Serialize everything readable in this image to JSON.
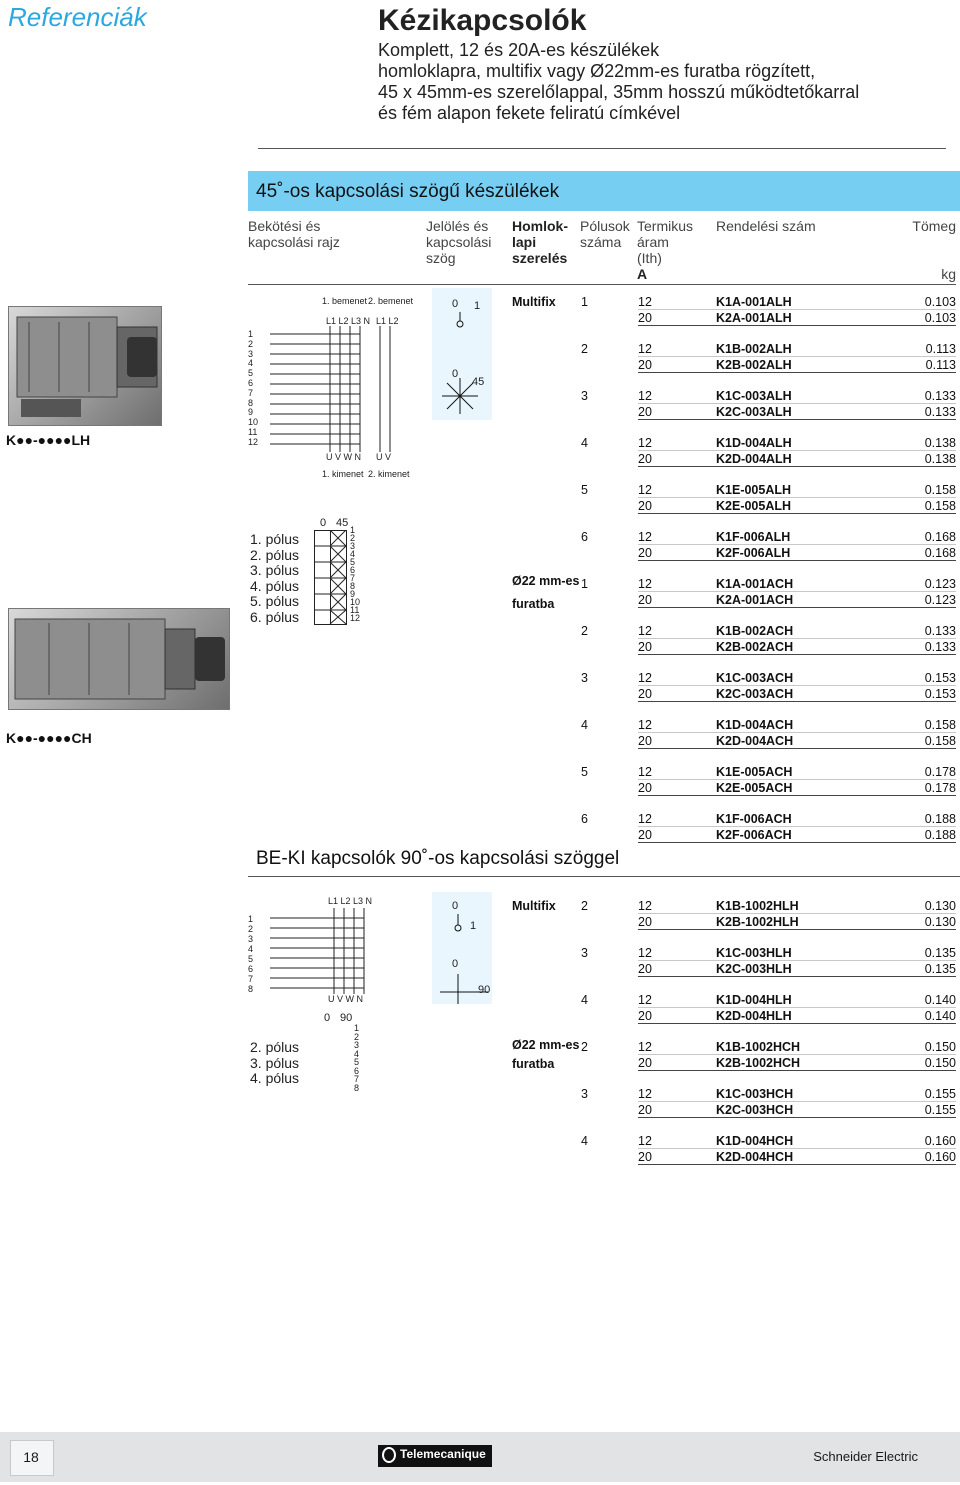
{
  "header": {
    "side_label": "Referenciák",
    "title": "Kézikapcsolók",
    "subtitle_lines": [
      "Komplett, 12 és 20A-es készülékek",
      "homloklapra, multifix vagy Ø22mm-es furatba rögzített,",
      "45 x 45mm-es szerelőlappal, 35mm hosszú működtetőkarral",
      "és fém alapon fekete feliratú címkével"
    ]
  },
  "section1": {
    "title": "45˚-os kapcsolási szögű készülékek",
    "columns": {
      "wiring": [
        "Bekötési és",
        "kapcsolási rajz"
      ],
      "marking": [
        "Jelölés és",
        "kapcsolási",
        "szög"
      ],
      "mounting": [
        "Homlok-",
        "lapi",
        "szerelés"
      ],
      "poles": [
        "Pólusok",
        "száma"
      ],
      "current": [
        "Termikus",
        "áram",
        "(Ith)",
        "A"
      ],
      "order": "Rendelési szám",
      "weight": "Tömeg",
      "weight_unit": "kg"
    },
    "product_label_1": "K●●-●●●●LH",
    "product_label_2": "K●●-●●●●CH",
    "diagram": {
      "bemenet1": "1. bemenet",
      "bemenet2": "2. bemenet",
      "phases_in_1": "L1 L2 L3  N",
      "phases_in_2": "L1 L2",
      "phases_out_1": "U  V  W  N",
      "phases_out_2": "U  V",
      "kimenet1": "1. kimenet",
      "kimenet2": "2. kimenet",
      "contacts": [
        "1",
        "2",
        "3",
        "4",
        "5",
        "6",
        "7",
        "8",
        "9",
        "10",
        "11",
        "12"
      ],
      "poles": [
        "1. pólus",
        "2. pólus",
        "3. pólus",
        "4. pólus",
        "5. pólus",
        "6. pólus"
      ],
      "angle_head": [
        "0",
        "45"
      ],
      "marking_top": [
        "0",
        "1"
      ],
      "marking_bottom": [
        "0",
        "45"
      ]
    },
    "mount_multifix": "Multifix",
    "mount_bore": [
      "Ø22 mm-es",
      "furatba"
    ],
    "rows": [
      {
        "p": "1",
        "a": "12",
        "ref": "K1A-001ALH",
        "kg": "0.103"
      },
      {
        "p": "",
        "a": "20",
        "ref": "K2A-001ALH",
        "kg": "0.103"
      },
      {
        "p": "2",
        "a": "12",
        "ref": "K1B-002ALH",
        "kg": "0.113"
      },
      {
        "p": "",
        "a": "20",
        "ref": "K2B-002ALH",
        "kg": "0.113"
      },
      {
        "p": "3",
        "a": "12",
        "ref": "K1C-003ALH",
        "kg": "0.133"
      },
      {
        "p": "",
        "a": "20",
        "ref": "K2C-003ALH",
        "kg": "0.133"
      },
      {
        "p": "4",
        "a": "12",
        "ref": "K1D-004ALH",
        "kg": "0.138"
      },
      {
        "p": "",
        "a": "20",
        "ref": "K2D-004ALH",
        "kg": "0.138"
      },
      {
        "p": "5",
        "a": "12",
        "ref": "K1E-005ALH",
        "kg": "0.158"
      },
      {
        "p": "",
        "a": "20",
        "ref": "K2E-005ALH",
        "kg": "0.158"
      },
      {
        "p": "6",
        "a": "12",
        "ref": "K1F-006ALH",
        "kg": "0.168"
      },
      {
        "p": "",
        "a": "20",
        "ref": "K2F-006ALH",
        "kg": "0.168"
      },
      {
        "p": "1",
        "a": "12",
        "ref": "K1A-001ACH",
        "kg": "0.123"
      },
      {
        "p": "",
        "a": "20",
        "ref": "K2A-001ACH",
        "kg": "0.123"
      },
      {
        "p": "2",
        "a": "12",
        "ref": "K1B-002ACH",
        "kg": "0.133"
      },
      {
        "p": "",
        "a": "20",
        "ref": "K2B-002ACH",
        "kg": "0.133"
      },
      {
        "p": "3",
        "a": "12",
        "ref": "K1C-003ACH",
        "kg": "0.153"
      },
      {
        "p": "",
        "a": "20",
        "ref": "K2C-003ACH",
        "kg": "0.153"
      },
      {
        "p": "4",
        "a": "12",
        "ref": "K1D-004ACH",
        "kg": "0.158"
      },
      {
        "p": "",
        "a": "20",
        "ref": "K2D-004ACH",
        "kg": "0.158"
      },
      {
        "p": "5",
        "a": "12",
        "ref": "K1E-005ACH",
        "kg": "0.178"
      },
      {
        "p": "",
        "a": "20",
        "ref": "K2E-005ACH",
        "kg": "0.178"
      },
      {
        "p": "6",
        "a": "12",
        "ref": "K1F-006ACH",
        "kg": "0.188"
      },
      {
        "p": "",
        "a": "20",
        "ref": "K2F-006ACH",
        "kg": "0.188"
      }
    ]
  },
  "section2": {
    "title": "BE-KI kapcsolók 90˚-os kapcsolási szöggel",
    "diagram": {
      "phases_in": "L1 L2 L3 N",
      "phases_out": "U  V  W  N",
      "contacts": [
        "1",
        "2",
        "3",
        "4",
        "5",
        "6",
        "7",
        "8"
      ],
      "poles": [
        "2. pólus",
        "3. pólus",
        "4. pólus"
      ],
      "angle_head": [
        "0",
        "90"
      ],
      "marking_top": [
        "0",
        "1"
      ],
      "marking_bottom": [
        "0",
        "90"
      ]
    },
    "mount_multifix": "Multifix",
    "mount_bore": [
      "Ø22 mm-es",
      "furatba"
    ],
    "rows": [
      {
        "p": "2",
        "a": "12",
        "ref": "K1B-1002HLH",
        "kg": "0.130"
      },
      {
        "p": "",
        "a": "20",
        "ref": "K2B-1002HLH",
        "kg": "0.130"
      },
      {
        "p": "3",
        "a": "12",
        "ref": "K1C-003HLH",
        "kg": "0.135"
      },
      {
        "p": "",
        "a": "20",
        "ref": "K2C-003HLH",
        "kg": "0.135"
      },
      {
        "p": "4",
        "a": "12",
        "ref": "K1D-004HLH",
        "kg": "0.140"
      },
      {
        "p": "",
        "a": "20",
        "ref": "K2D-004HLH",
        "kg": "0.140"
      },
      {
        "p": "2",
        "a": "12",
        "ref": "K1B-1002HCH",
        "kg": "0.150"
      },
      {
        "p": "",
        "a": "20",
        "ref": "K2B-1002HCH",
        "kg": "0.150"
      },
      {
        "p": "3",
        "a": "12",
        "ref": "K1C-003HCH",
        "kg": "0.155"
      },
      {
        "p": "",
        "a": "20",
        "ref": "K2C-003HCH",
        "kg": "0.155"
      },
      {
        "p": "4",
        "a": "12",
        "ref": "K1D-004HCH",
        "kg": "0.160"
      },
      {
        "p": "",
        "a": "20",
        "ref": "K2D-004HCH",
        "kg": "0.160"
      }
    ]
  },
  "footer": {
    "page": "18",
    "logo": "Telemecanique",
    "brand": "Schneider Electric"
  }
}
